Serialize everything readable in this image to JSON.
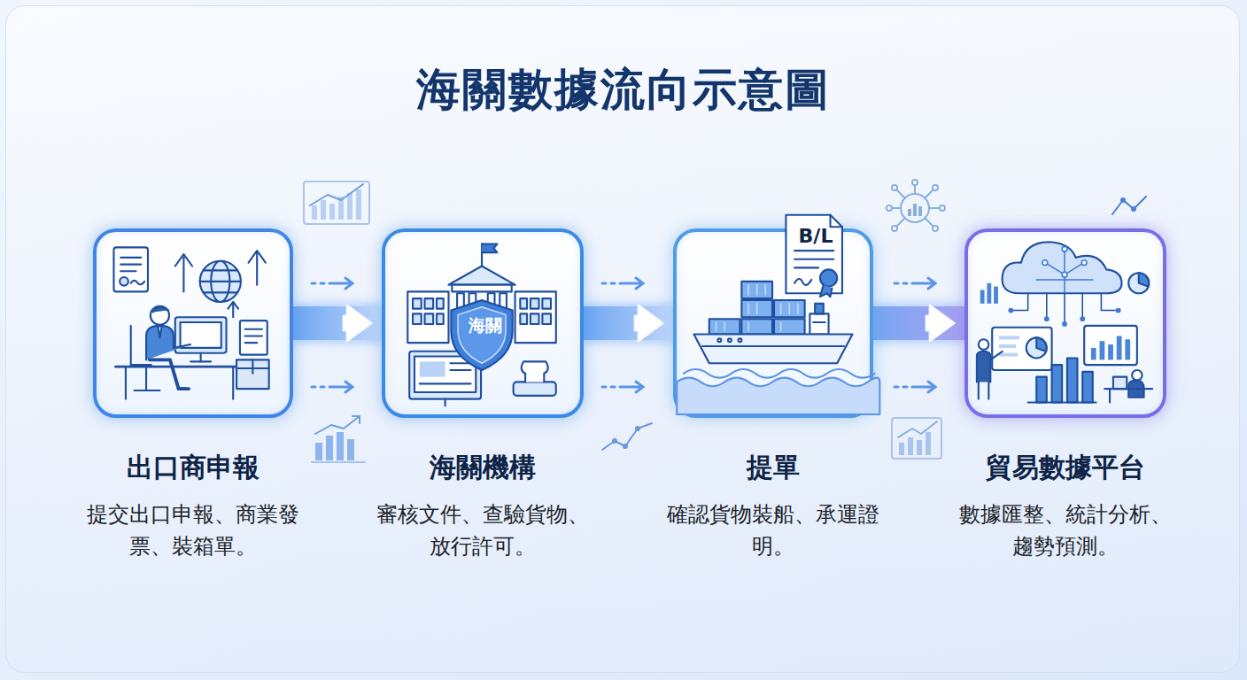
{
  "diagram": {
    "title": "海關數據流向示意圖",
    "nodes": [
      {
        "text": [
          "出口商申報",
          "提交出口申報、商業發票、裝箱單。"
        ]
      },
      {
        "text": [
          "海關機構",
          "審核文件、查驗貨物、放行許可。"
        ]
      },
      {
        "text": [
          "提單",
          "確認貨物裝船、承運證明。"
        ]
      },
      {
        "text": [
          "貿易數據平台",
          "數據匯整、統計分析、趨勢預測。"
        ]
      }
    ],
    "edges": [
      {
        "from": 0,
        "to": 1,
        "arrow": "to"
      },
      {
        "from": 1,
        "to": 2,
        "arrow": "to"
      },
      {
        "from": 2,
        "to": 3,
        "arrow": "to"
      }
    ],
    "labels": [
      "海關",
      "B/L"
    ]
  }
}
